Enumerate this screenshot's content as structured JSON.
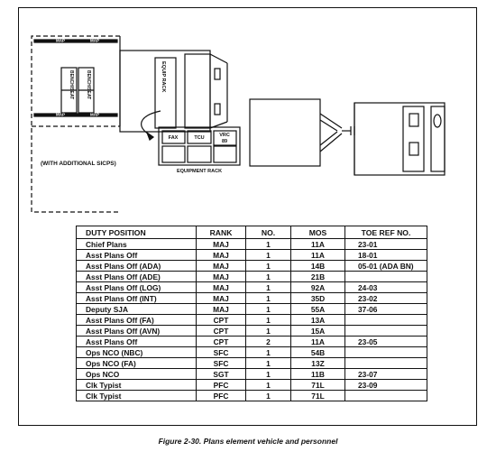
{
  "diagram": {
    "labels": {
      "map_top_left": "MAP",
      "map_top_right": "MAP",
      "map_bottom_left": "MAP",
      "map_bottom_right": "MAP",
      "bench_left": "BENCH/SEAT",
      "bench_right": "BENCH/SEAT",
      "equip_rack_vertical": "EQUIP RACK",
      "additional_sicps": "(WITH ADDITIONAL SICPS)",
      "fax": "FAX",
      "tcu": "TCU",
      "vrc_line1": "VRC",
      "vrc_line2": "89",
      "equipment_rack": "EQUIPMENT RACK"
    }
  },
  "table": {
    "headers": [
      "DUTY POSITION",
      "RANK",
      "NO.",
      "MOS",
      "TOE REF NO."
    ],
    "rows": [
      [
        "Chief Plans",
        "MAJ",
        "1",
        "11A",
        "23-01"
      ],
      [
        "Asst Plans Off",
        "MAJ",
        "1",
        "11A",
        "18-01"
      ],
      [
        "Asst Plans Off (ADA)",
        "MAJ",
        "1",
        "14B",
        "05-01 (ADA BN)"
      ],
      [
        "Asst Plans Off (ADE)",
        "MAJ",
        "1",
        "21B",
        ""
      ],
      [
        "Asst Plans Off (LOG)",
        "MAJ",
        "1",
        "92A",
        "24-03"
      ],
      [
        "Asst Plans Off (INT)",
        "MAJ",
        "1",
        "35D",
        "23-02"
      ],
      [
        "Deputy SJA",
        "MAJ",
        "1",
        "55A",
        "37-06"
      ],
      [
        "Asst Plans Off (FA)",
        "CPT",
        "1",
        "13A",
        ""
      ],
      [
        "Asst Plans Off (AVN)",
        "CPT",
        "1",
        "15A",
        ""
      ],
      [
        "Asst Plans Off",
        "CPT",
        "2",
        "11A",
        "23-05"
      ],
      [
        "Ops NCO (NBC)",
        "SFC",
        "1",
        "54B",
        ""
      ],
      [
        "Ops NCO (FA)",
        "SFC",
        "1",
        "13Z",
        ""
      ],
      [
        "Ops NCO",
        "SGT",
        "1",
        "11B",
        "23-07"
      ],
      [
        "Clk Typist",
        "PFC",
        "1",
        "71L",
        "23-09"
      ],
      [
        "Clk Typist",
        "PFC",
        "1",
        "71L",
        ""
      ]
    ]
  },
  "caption": "Figure 2-30. Plans element vehicle and personnel"
}
